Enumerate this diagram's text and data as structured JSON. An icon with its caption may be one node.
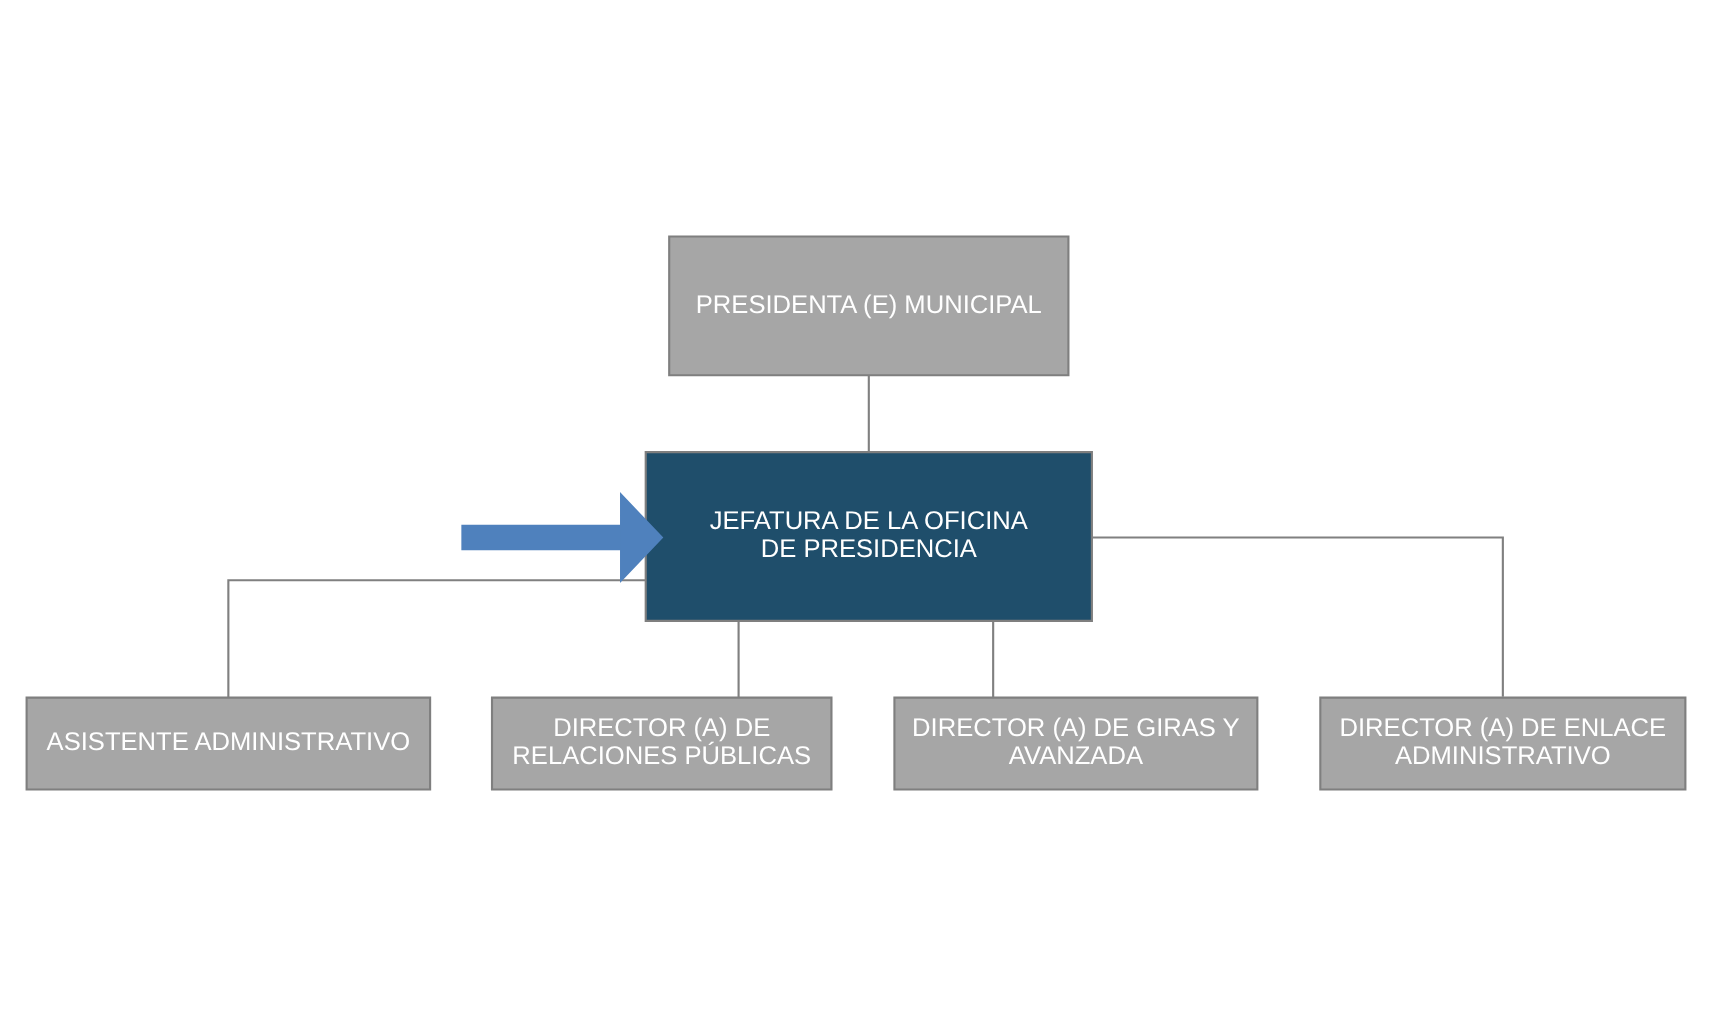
{
  "diagram": {
    "nodes": [
      {
        "text": [
          "PRESIDENTA (E) MUNICIPAL"
        ]
      },
      {
        "text": [
          "JEFATURA DE LA OFICINA DE PRESIDENCIA"
        ]
      },
      {
        "text": [
          "ASISTENTE ADMINISTRATIVO"
        ]
      },
      {
        "text": [
          "DIRECTOR (A) DE RELACIONES PÚBLICAS"
        ]
      },
      {
        "text": [
          "DIRECTOR (A) DE GIRAS Y AVANZADA"
        ]
      },
      {
        "text": [
          "DIRECTOR (A) DE ENLACE ADMINISTRATIVO"
        ]
      }
    ],
    "edges": [
      {
        "from": 0,
        "to": 1,
        "arrow": "none"
      },
      {
        "from": 1,
        "to": 2,
        "arrow": "none"
      },
      {
        "from": 1,
        "to": 3,
        "arrow": "none"
      },
      {
        "from": 1,
        "to": 4,
        "arrow": "none"
      },
      {
        "from": 1,
        "to": 5,
        "arrow": "none"
      },
      {
        "from": null,
        "to": 1,
        "arrow": "to",
        "style": "thick",
        "color": "#4f81bd"
      }
    ]
  }
}
